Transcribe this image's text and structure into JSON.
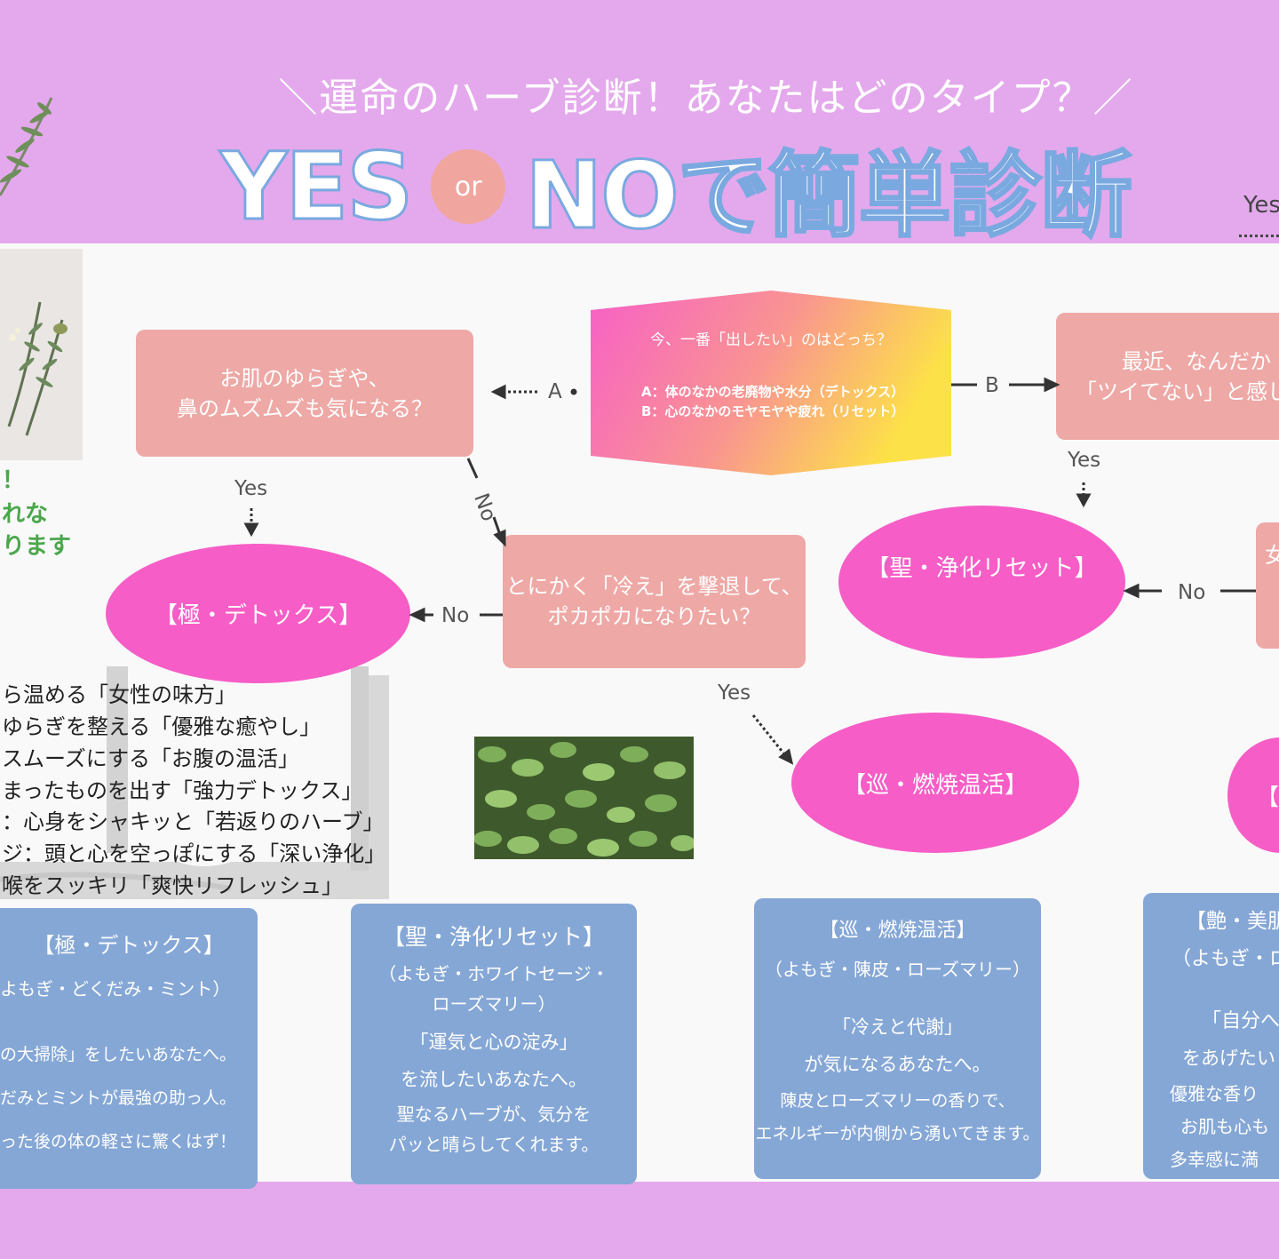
{
  "header": {
    "subtitle": "＼運命のハーブ診断！あなたはどのタイプ？／",
    "title_yes": "YES",
    "title_or": "or",
    "title_no": "NOで簡単診断",
    "corner_yes": "Yes"
  },
  "start": {
    "question": "今、一番「出したい」のはどっち？",
    "option_a": "A：体のなかの老廃物や水分（デトックス）",
    "option_b": "B：心のなかのモヤモヤや疲れ（リセット）"
  },
  "questions": {
    "skin": [
      "お肌のゆらぎや、",
      "鼻のムズムズも気になる？"
    ],
    "cold": [
      "とにかく「冷え」を撃退して、",
      "ポカポカになりたい？"
    ],
    "luck": [
      "最近、なんだか",
      "「ツイてない」と感じ"
    ],
    "partial_right": "女"
  },
  "flow_labels": {
    "a": "A",
    "b": "B",
    "yes": "Yes",
    "no": "No"
  },
  "types": {
    "detox": "【極・デトックス】",
    "reset": "【聖・浄化リセット】",
    "warm": "【巡・燃焼温活】",
    "partial": "【艶"
  },
  "left_panel": {
    "green_lines": [
      "！",
      "れな",
      "ります"
    ],
    "herb_list": [
      "ら温める「女性の味方」",
      "ゆらぎを整える「優雅な癒やし」",
      "スムーズにする「お腹の温活」",
      "まったものを出す「強力デトックス」",
      "：心身をシャキッと「若返りのハーブ」",
      "ジ：頭と心を空っぽにする「深い浄化」",
      "喉をスッキリ「爽快リフレッシュ」"
    ]
  },
  "results": [
    {
      "title": "【極・デトックス】",
      "herbs": "よもぎ・どくだみ・ミント）",
      "lines": [
        "の大掃除」をしたいあなたへ。",
        "だみとミントが最強の助っ人。",
        "った後の体の軽さに驚くはず！"
      ]
    },
    {
      "title": "【聖・浄化リセット】",
      "herbs": [
        "（よもぎ・ホワイトセージ・",
        "ローズマリー）"
      ],
      "lines": [
        "「運気と心の淀み」",
        "を流したいあなたへ。",
        "聖なるハーブが、気分を",
        "パッと晴らしてくれます。"
      ]
    },
    {
      "title": "【巡・燃焼温活】",
      "herbs": "（よもぎ・陳皮・ローズマリー）",
      "lines": [
        "「冷えと代謝」",
        "が気になるあなたへ。",
        "陳皮とローズマリーの香りで、",
        "エネルギーが内側から湧いてきます。"
      ]
    },
    {
      "title": "【艶・美肌",
      "herbs": "（よもぎ・ロ",
      "lines": [
        "「自分へ",
        "をあげたい",
        "優雅な香り",
        "お肌も心も",
        "多幸感に満"
      ]
    }
  ],
  "colors": {
    "header_bg": "#e4a9ec",
    "question_box": "#eea8a5",
    "type_ellipse": "#f75dc6",
    "result_box": "#85a7d6",
    "title_outline": "#7aa9e0",
    "accent_green": "#4ca64c"
  }
}
